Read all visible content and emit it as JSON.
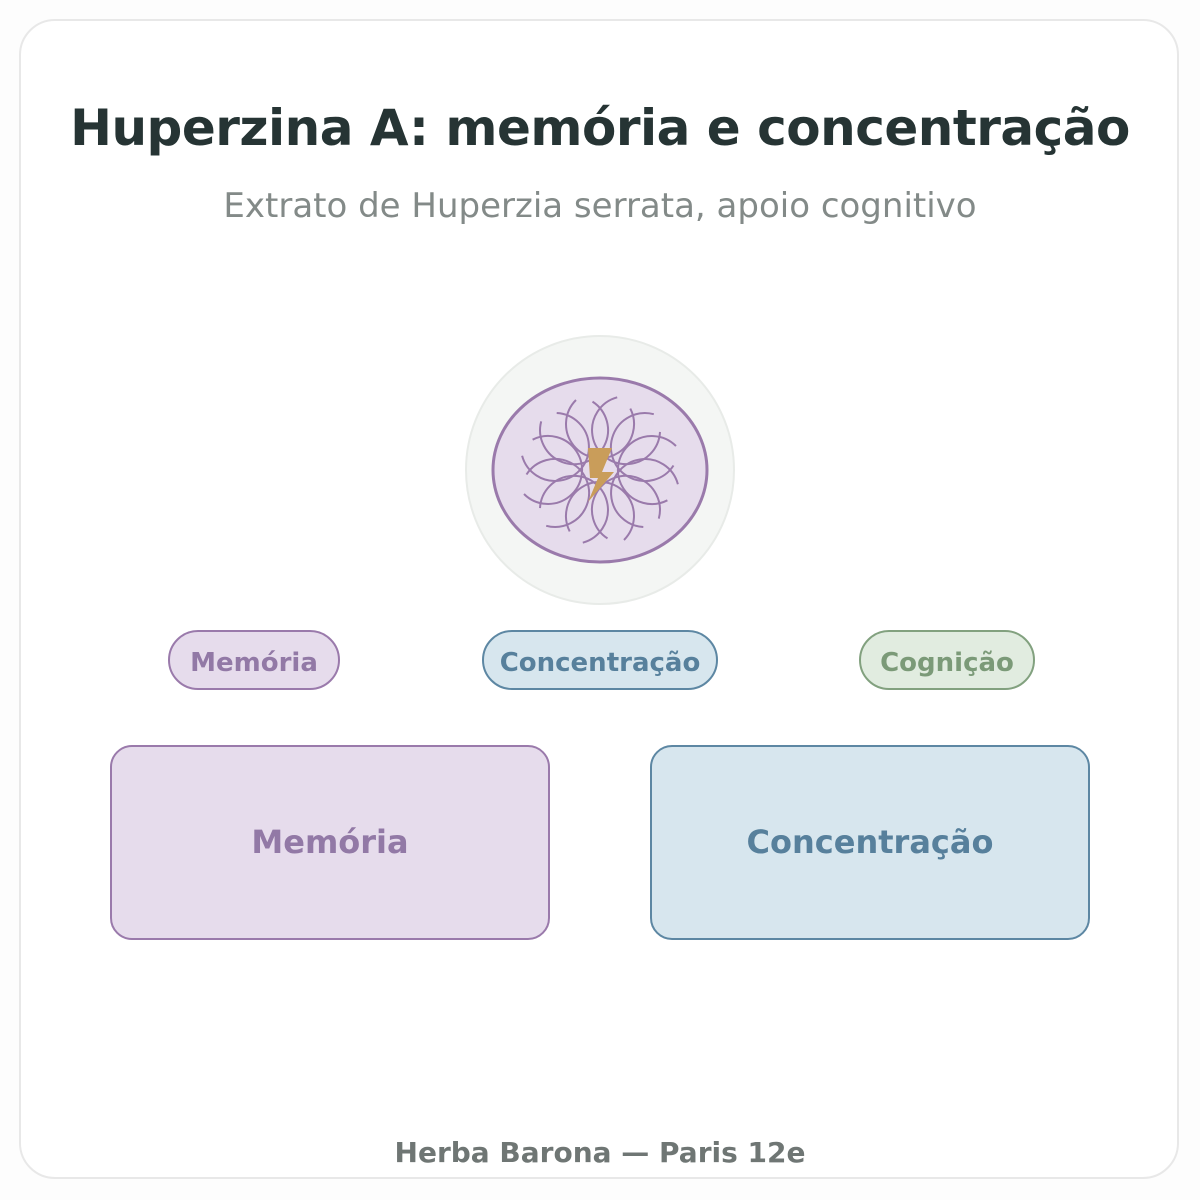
{
  "header": {
    "title": "Huperzina A: memória e concentração",
    "subtitle": "Extrato de Huperzia serrata, apoio cognitivo"
  },
  "emblem": {
    "icon": "brain-lightning-icon",
    "colors": {
      "ring": "#f4f6f4",
      "brain_fill": "#e6dcec",
      "brain_stroke": "#9a7aab",
      "bolt": "#c99d5a"
    }
  },
  "tags": [
    {
      "label": "Memória",
      "color": "#9a7aab"
    },
    {
      "label": "Concentração",
      "color": "#5d87a3"
    },
    {
      "label": "Cognição",
      "color": "#82a17f"
    }
  ],
  "boxes": [
    {
      "label": "Memória",
      "color": "#9a7aab"
    },
    {
      "label": "Concentração",
      "color": "#5d87a3"
    }
  ],
  "footer": {
    "text": "Herba Barona — Paris 12e"
  }
}
